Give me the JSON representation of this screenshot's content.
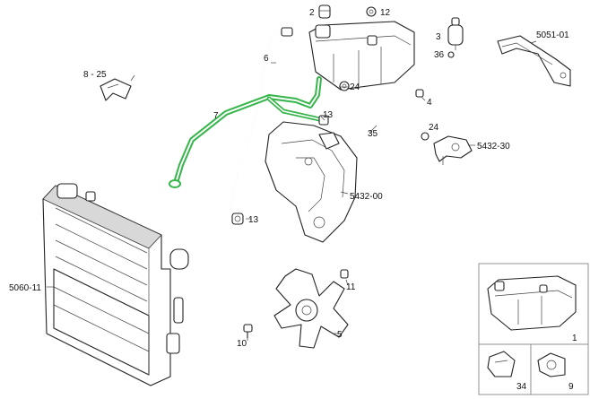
{
  "colors": {
    "highlight": "#35b54a",
    "line": "#222222",
    "background": "#ffffff"
  },
  "callouts": {
    "c_2": "2",
    "c_12": "12",
    "c_3": "3",
    "c_36": "36",
    "c_5051_01": "5051-01",
    "c_8_25": "8 - 25",
    "c_6": "6",
    "c_24a": "24",
    "c_4": "4",
    "c_7": "7",
    "c_13a": "13",
    "c_35": "35",
    "c_24b": "24",
    "c_5432_30": "5432-30",
    "c_5432_00": "5432-00",
    "c_13b": "13",
    "c_5060_11": "5060-11",
    "c_11": "11",
    "c_10": "10",
    "c_5": "5",
    "c_1": "1",
    "c_34": "34",
    "c_9": "9"
  }
}
